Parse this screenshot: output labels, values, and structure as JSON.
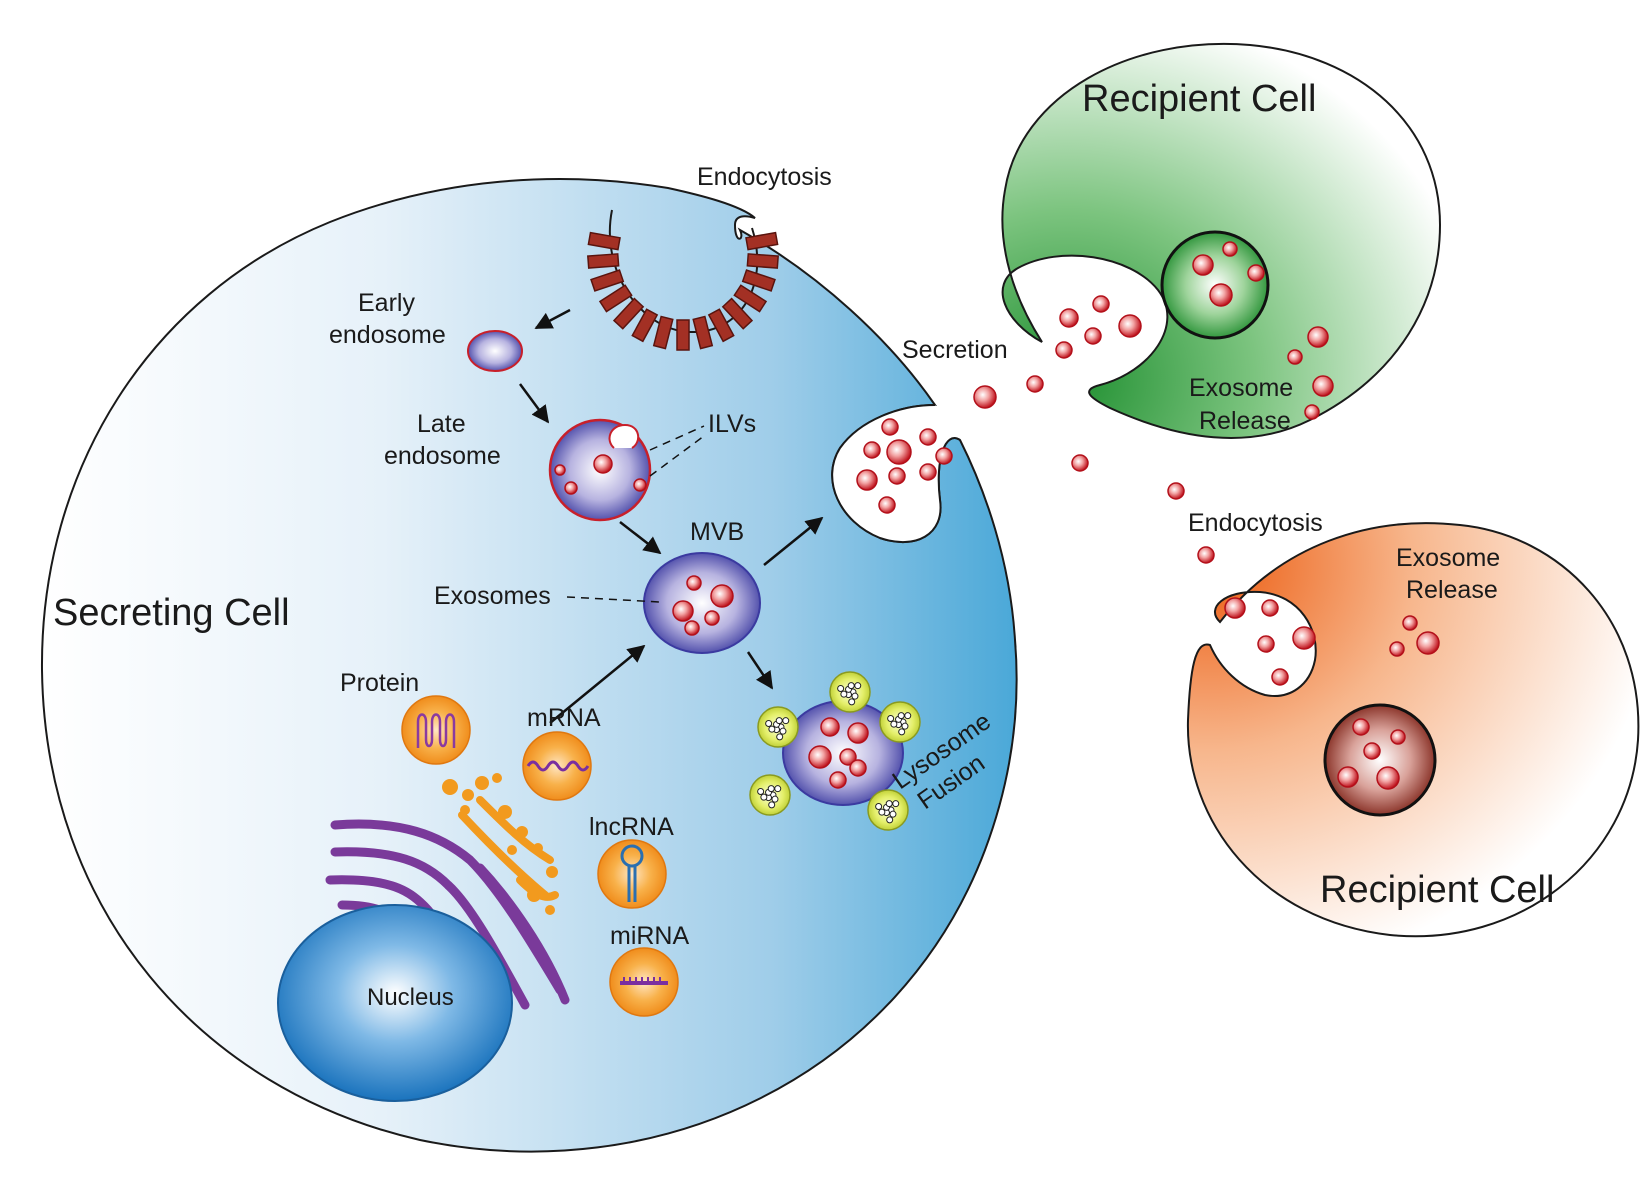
{
  "labels": {
    "secreting_cell": "Secreting Cell",
    "recipient_cell_top": "Recipient Cell",
    "recipient_cell_bottom": "Recipient Cell",
    "endocytosis_top": "Endocytosis",
    "early_endosome_1": "Early",
    "early_endosome_2": "endosome",
    "late_endosome_1": "Late",
    "late_endosome_2": "endosome",
    "ilvs": "ILVs",
    "mvb": "MVB",
    "exosomes": "Exosomes",
    "secretion": "Secretion",
    "lysosome": "Lysosome",
    "fusion": "Fusion",
    "protein": "Protein",
    "mrna": "mRNA",
    "lncrna": "lncRNA",
    "mirna": "miRNA",
    "nucleus": "Nucleus",
    "exosome_release_green_1": "Exosome",
    "exosome_release_green_2": "Release",
    "exosome_release_orange_1": "Exosome",
    "exosome_release_orange_2": "Release",
    "endocytosis_right": "Endocytosis"
  },
  "colors": {
    "secreting_cell_fill": "#5aafd8",
    "green_cell_fill": "#2e9a3c",
    "orange_cell_fill": "#ef6a20",
    "exosome_red": "#c8202a",
    "vesicle_purple": "#4a4ab0",
    "golgi_purple": "#7a3a9a",
    "er_orange": "#f29a1e",
    "clathrin_red": "#a33024",
    "nucleus_blue": "#1f78c0"
  }
}
